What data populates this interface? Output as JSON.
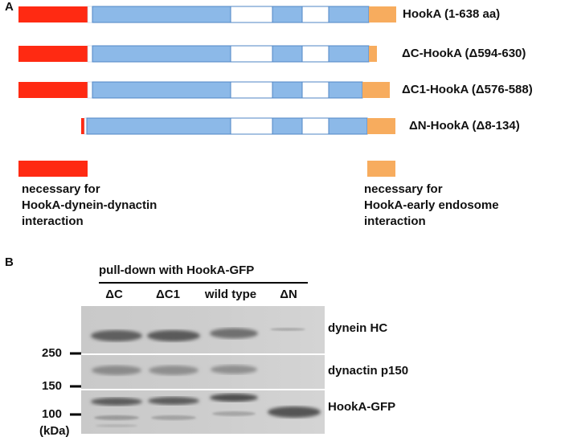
{
  "panel_a": {
    "letter": "A",
    "constructs": [
      {
        "label": "HookA (1-638 aa)"
      },
      {
        "label": "ΔC-HookA (Δ594-630)"
      },
      {
        "label": "ΔC1-HookA (Δ576-588)"
      },
      {
        "label": "ΔN-HookA (Δ8-134)"
      }
    ],
    "legend": {
      "red_text": "necessary for\nHookA-dynein-dynactin\ninteraction",
      "orange_text": "necessary for\nHookA-early endosome\ninteraction"
    },
    "colors": {
      "red": "#ff2a12",
      "blue": "#8cb9e8",
      "orange": "#f7ac5e",
      "outline": "#4f86c6"
    }
  },
  "panel_b": {
    "letter": "B",
    "title": "pull-down with HookA-GFP",
    "lanes": [
      "ΔC",
      "ΔC1",
      "wild type",
      "ΔN"
    ],
    "rows": [
      "dynein HC",
      "dynactin p150",
      "HookA-GFP"
    ],
    "markers": [
      {
        "label": "250"
      },
      {
        "label": "150"
      },
      {
        "label": "100"
      }
    ],
    "unit": "(kDa)"
  }
}
